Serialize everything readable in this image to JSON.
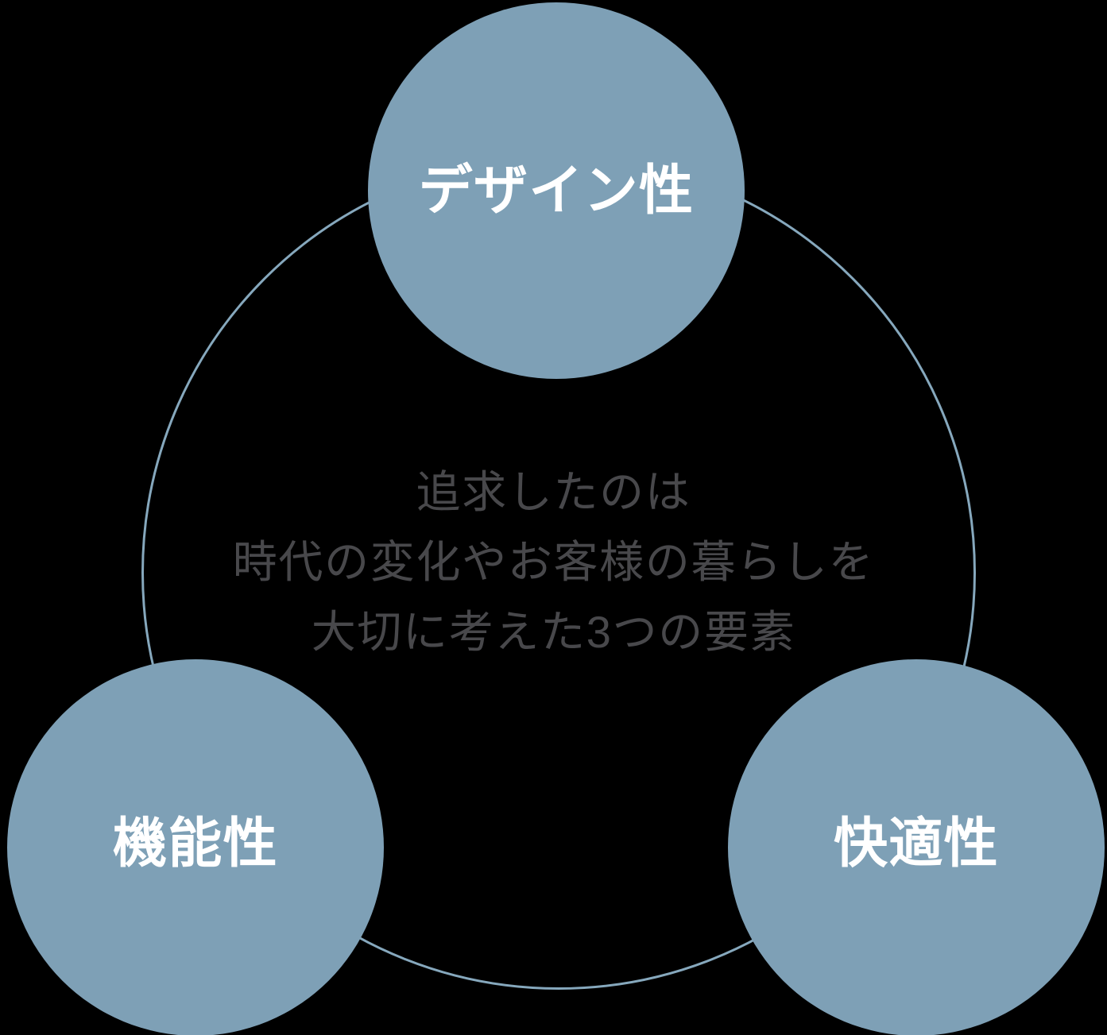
{
  "theme": {
    "bg": "#000000",
    "fill": "#7EA0B6",
    "ring": "#86A8BD",
    "label": "#FFFFFF",
    "center_text": "#48484B"
  },
  "diagram": {
    "nodes": [
      {
        "id": "design",
        "label": "デザイン性"
      },
      {
        "id": "functionality",
        "label": "機能性"
      },
      {
        "id": "comfort",
        "label": "快適性"
      }
    ],
    "center_text": {
      "line1": "追求したのは",
      "line2": "時代の変化やお客様の暮らしを",
      "line3": "大切に考えた3つの要素"
    }
  }
}
